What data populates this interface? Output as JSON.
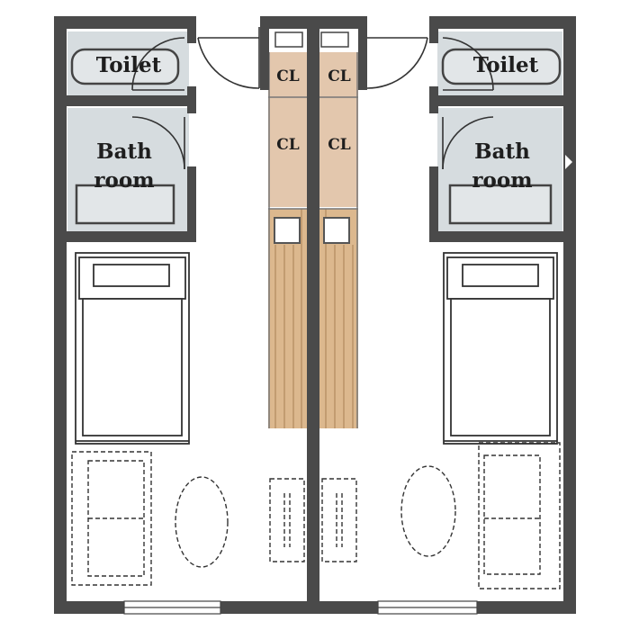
{
  "units": [
    {
      "toilet_label": "Toilet",
      "bath_label_line1": "Bath",
      "bath_label_line2": "room",
      "closet_labels": [
        "CL",
        "CL"
      ]
    },
    {
      "toilet_label": "Toilet",
      "bath_label_line1": "Bath",
      "bath_label_line2": "room",
      "closet_labels": [
        "CL",
        "CL"
      ]
    }
  ],
  "colors": {
    "wall": "#4a4a4a",
    "wet_room_floor": "#d6dcdf",
    "fixture": "#e2e6e8",
    "closet": "#e3c7ad",
    "wood_floor": "#dcb88e",
    "wood_line": "#b08a5e",
    "furniture_line": "#333333",
    "bed_fill": "#ffffff"
  }
}
